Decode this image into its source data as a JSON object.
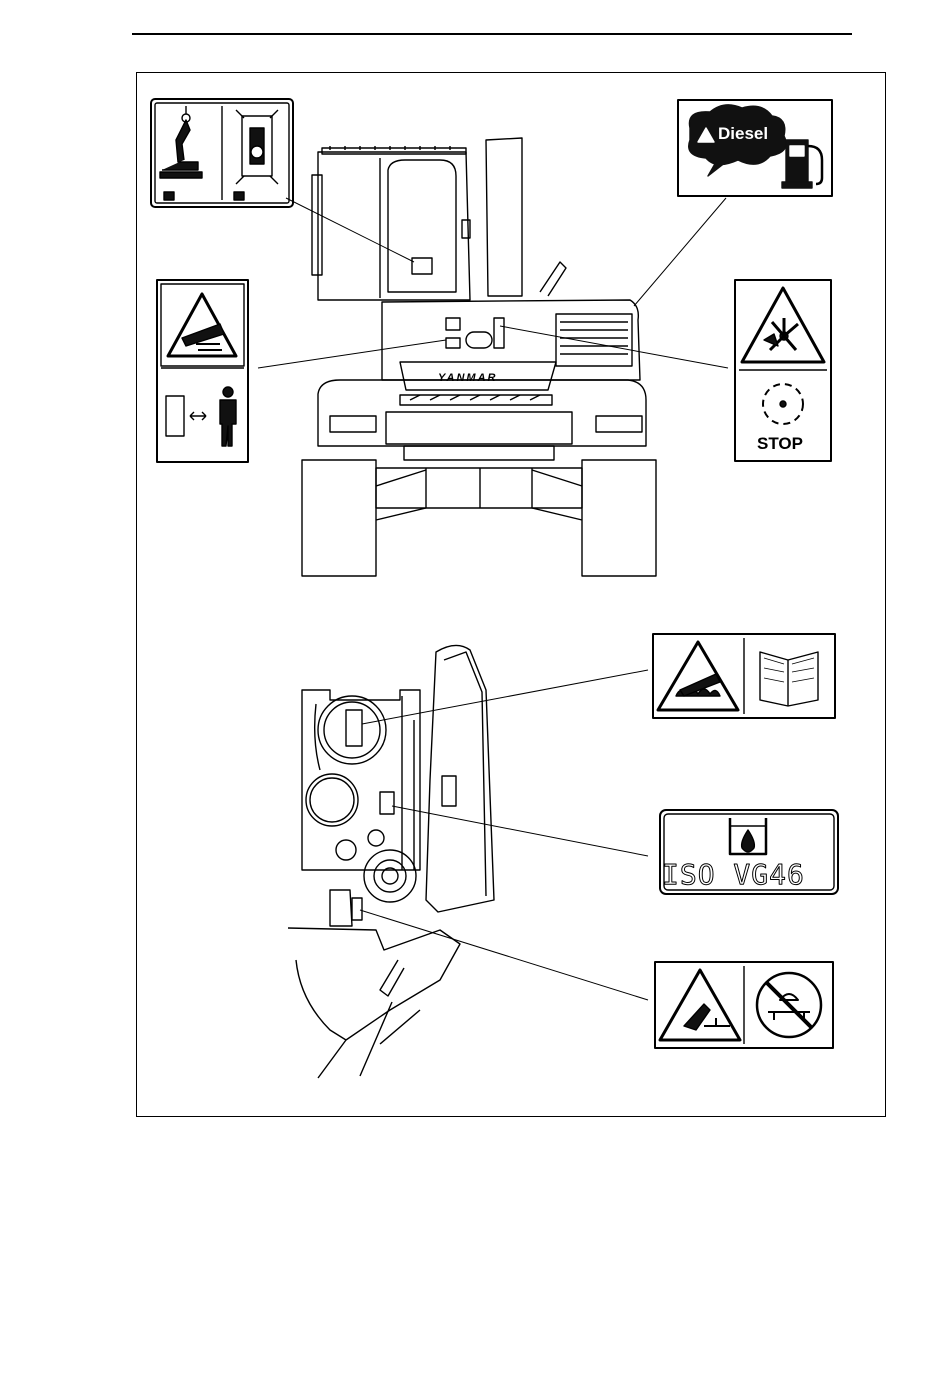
{
  "decals": {
    "diesel_label": "Diesel",
    "stop_label": "STOP",
    "brand_label": "YANMAR",
    "oil_grade_label": "ISO VG46"
  },
  "colors": {
    "line": "#000000",
    "decal_dark": "#111111",
    "background": "#ffffff"
  }
}
